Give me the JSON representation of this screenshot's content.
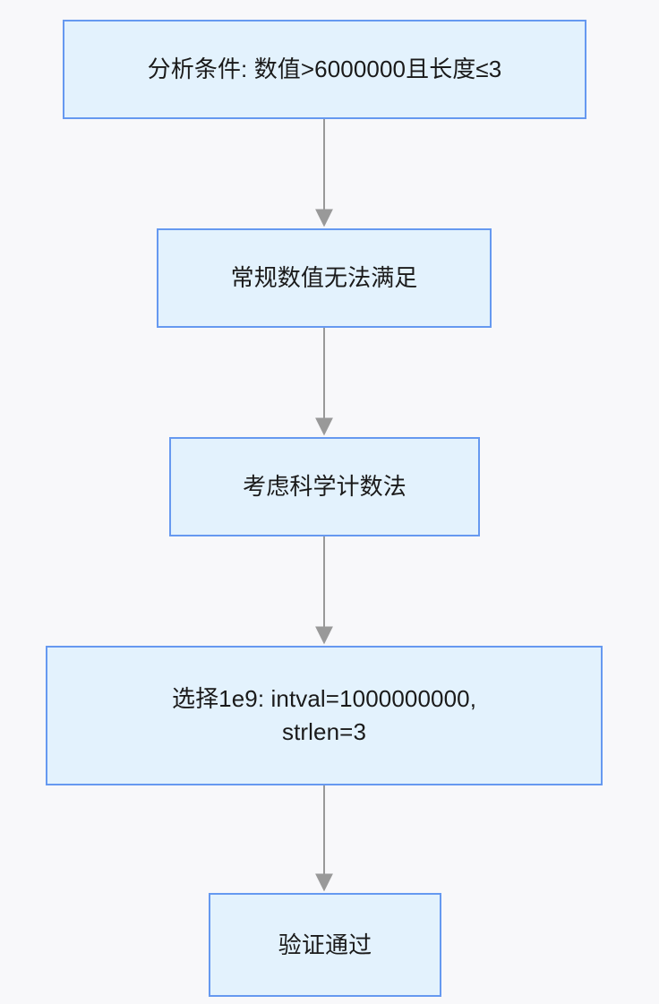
{
  "diagram": {
    "type": "flowchart",
    "direction": "top-to-bottom",
    "colors": {
      "page_background": "#f8f8fa",
      "node_fill": "#e3f2fd",
      "node_border": "#6699f0",
      "node_text": "#1a1a1a",
      "edge_line": "#999999",
      "edge_arrowhead": "#999999"
    },
    "nodes": [
      {
        "id": "condition",
        "label": "分析条件: 数值>6000000且长度≤3",
        "shape": "rectangle"
      },
      {
        "id": "normal-fail",
        "label": "常规数值无法满足",
        "shape": "rectangle"
      },
      {
        "id": "scientific",
        "label": "考虑科学计数法",
        "shape": "rectangle"
      },
      {
        "id": "choose-1e9",
        "label": "选择1e9: intval=1000000000,\nstrlen=3",
        "shape": "rectangle"
      },
      {
        "id": "verified",
        "label": "验证通过",
        "shape": "rectangle"
      }
    ],
    "edges": [
      {
        "id": "edge-1",
        "from": "condition",
        "to": "normal-fail",
        "label": "",
        "arrow": "arrowhead-down"
      },
      {
        "id": "edge-2",
        "from": "normal-fail",
        "to": "scientific",
        "label": "",
        "arrow": "arrowhead-down"
      },
      {
        "id": "edge-3",
        "from": "scientific",
        "to": "choose-1e9",
        "label": "",
        "arrow": "arrowhead-down"
      },
      {
        "id": "edge-4",
        "from": "choose-1e9",
        "to": "verified",
        "label": "",
        "arrow": "arrowhead-down"
      }
    ]
  }
}
